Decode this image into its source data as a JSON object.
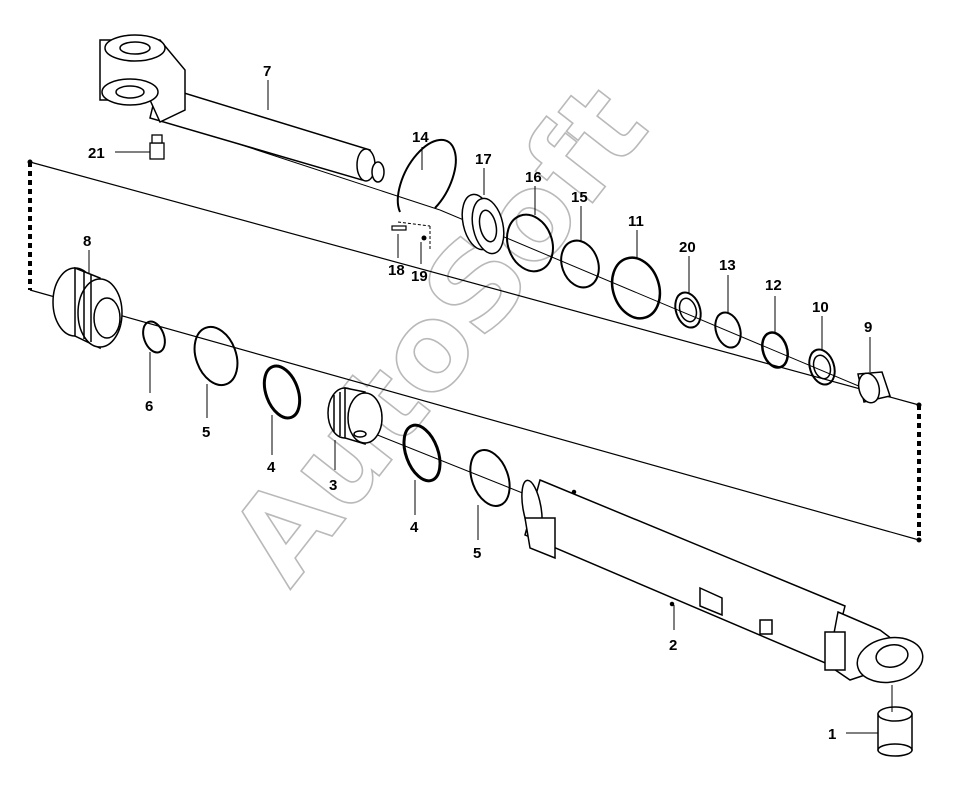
{
  "watermark": "AutoSoft",
  "callouts": [
    {
      "id": "c1",
      "text": "1",
      "part": "bushing-bottom"
    },
    {
      "id": "c2",
      "text": "2",
      "part": "cylinder-tube"
    },
    {
      "id": "c3",
      "text": "3",
      "part": "piston"
    },
    {
      "id": "c4a",
      "text": "4",
      "part": "piston-seal-ring-left"
    },
    {
      "id": "c4b",
      "text": "4",
      "part": "piston-seal-ring-right"
    },
    {
      "id": "c5a",
      "text": "5",
      "part": "wear-ring-left"
    },
    {
      "id": "c5b",
      "text": "5",
      "part": "wear-ring-right"
    },
    {
      "id": "c6",
      "text": "6",
      "part": "small-o-ring"
    },
    {
      "id": "c7",
      "text": "7",
      "part": "piston-rod"
    },
    {
      "id": "c8",
      "text": "8",
      "part": "cylinder-head"
    },
    {
      "id": "c9",
      "text": "9",
      "part": "bushing-head"
    },
    {
      "id": "c10",
      "text": "10",
      "part": "scraper"
    },
    {
      "id": "c11",
      "text": "11",
      "part": "o-ring-large"
    },
    {
      "id": "c12",
      "text": "12",
      "part": "rod-seal"
    },
    {
      "id": "c13",
      "text": "13",
      "part": "rod-ring"
    },
    {
      "id": "c14",
      "text": "14",
      "part": "snap-ring"
    },
    {
      "id": "c15",
      "text": "15",
      "part": "o-ring"
    },
    {
      "id": "c16",
      "text": "16",
      "part": "backup-ring"
    },
    {
      "id": "c17",
      "text": "17",
      "part": "lock-nut"
    },
    {
      "id": "c18",
      "text": "18",
      "part": "pin"
    },
    {
      "id": "c19",
      "text": "19",
      "part": "set-screw"
    },
    {
      "id": "c20",
      "text": "20",
      "part": "guide-ring"
    },
    {
      "id": "c21",
      "text": "21",
      "part": "grease-nipple"
    }
  ]
}
